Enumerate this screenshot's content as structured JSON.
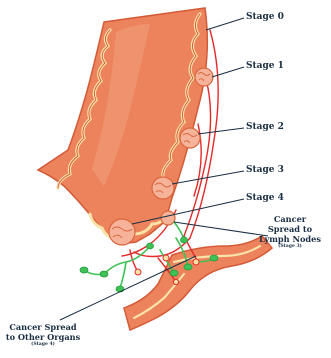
{
  "labels": {
    "stage0": "Stage 0",
    "stage1": "Stage 1",
    "stage2": "Stage 2",
    "stage3": "Stage 3",
    "stage4": "Stage 4"
  },
  "lymph": {
    "line1": "Cancer",
    "line2": "Spread to",
    "line3": "Lymph Nodes",
    "note": "(Stage 3)"
  },
  "organs": {
    "line1": "Cancer Spread",
    "line2": "to Other Organs",
    "note": "(Stage 4)"
  },
  "colors": {
    "colon_fill": "#ec835d",
    "colon_edge": "#d45a36",
    "inner_lining": "#fbe2a8",
    "tumor": "#f6b39a",
    "vessel": "#e52a2a",
    "lymph_node": "#3ec255",
    "text": "#1a2e44"
  }
}
